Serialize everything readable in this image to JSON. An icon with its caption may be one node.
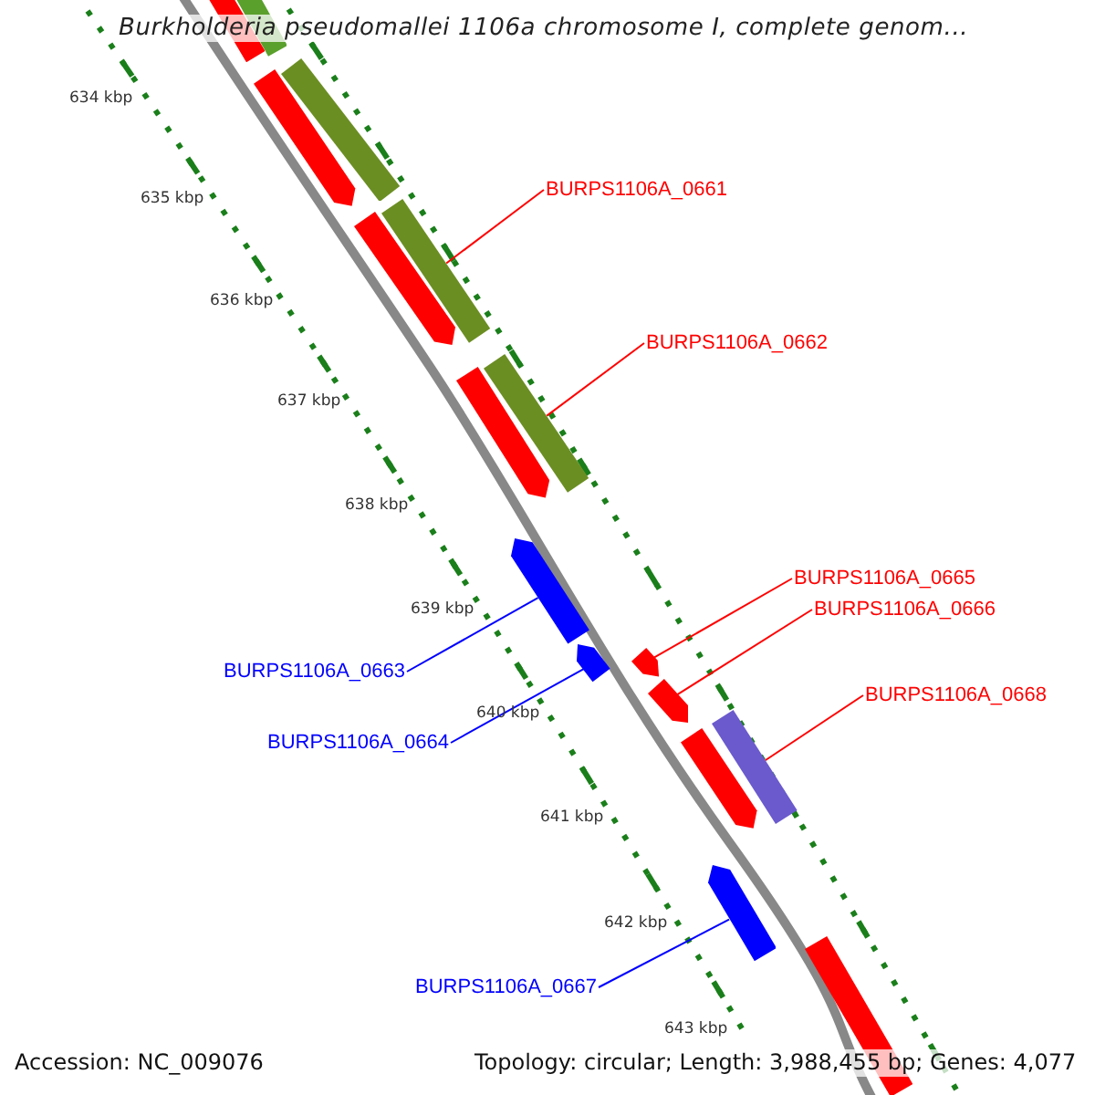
{
  "diagram": {
    "title": "Burkholderia pseudomallei 1106a chromosome I, complete genom...",
    "nodes": [
      {
        "text": [],
        "shape": "bar"
      },
      {
        "text": [],
        "shape": "bar"
      },
      {
        "text": [],
        "shape": "bar"
      },
      {
        "text": [],
        "shape": "bar"
      },
      {
        "text": [],
        "shape": "bar"
      },
      {
        "text": [],
        "shape": "bar"
      },
      {
        "text": [],
        "shape": "bar"
      },
      {
        "text": [],
        "shape": "bar"
      },
      {
        "text": [],
        "shape": "bar"
      },
      {
        "text": [],
        "shape": "bar"
      },
      {
        "text": [],
        "shape": "bar"
      },
      {
        "text": [],
        "shape": "bar"
      },
      {
        "text": [],
        "shape": "bar"
      },
      {
        "text": [],
        "shape": "bar"
      },
      {
        "text": [],
        "shape": "bar"
      },
      {
        "text": [],
        "shape": "bar"
      },
      {
        "text": [
          "BURPS1106A_0661"
        ]
      },
      {
        "text": [
          "BURPS1106A_0662"
        ]
      },
      {
        "text": [
          "BURPS1106A_0665"
        ]
      },
      {
        "text": [
          "BURPS1106A_0666"
        ]
      },
      {
        "text": [
          "BURPS1106A_0663"
        ]
      },
      {
        "text": [
          "BURPS1106A_0668"
        ]
      },
      {
        "text": [
          "BURPS1106A_0664"
        ]
      },
      {
        "text": [
          "BURPS1106A_0667"
        ]
      }
    ],
    "edges": [
      {
        "from": 16,
        "to": 5,
        "arrow": "none"
      },
      {
        "from": 17,
        "to": 7,
        "arrow": "none"
      },
      {
        "from": 18,
        "to": 10,
        "arrow": "none"
      },
      {
        "from": 19,
        "to": 11,
        "arrow": "none"
      },
      {
        "from": 20,
        "to": 8,
        "arrow": "none",
        "color": "#0000ff"
      },
      {
        "from": 21,
        "to": 13,
        "arrow": "none"
      },
      {
        "from": 22,
        "to": 9,
        "arrow": "none",
        "color": "#0000ff"
      },
      {
        "from": 23,
        "to": 14,
        "arrow": "none",
        "color": "#0000ff"
      }
    ],
    "labels": [
      "634 kbp",
      "635 kbp",
      "636 kbp",
      "637 kbp",
      "638 kbp",
      "639 kbp",
      "640 kbp",
      "641 kbp",
      "642 kbp",
      "643 kbp",
      "Accession: NC_009076",
      "Topology: circular; Length: 3,988,455 bp; Genes: 4,077"
    ]
  }
}
